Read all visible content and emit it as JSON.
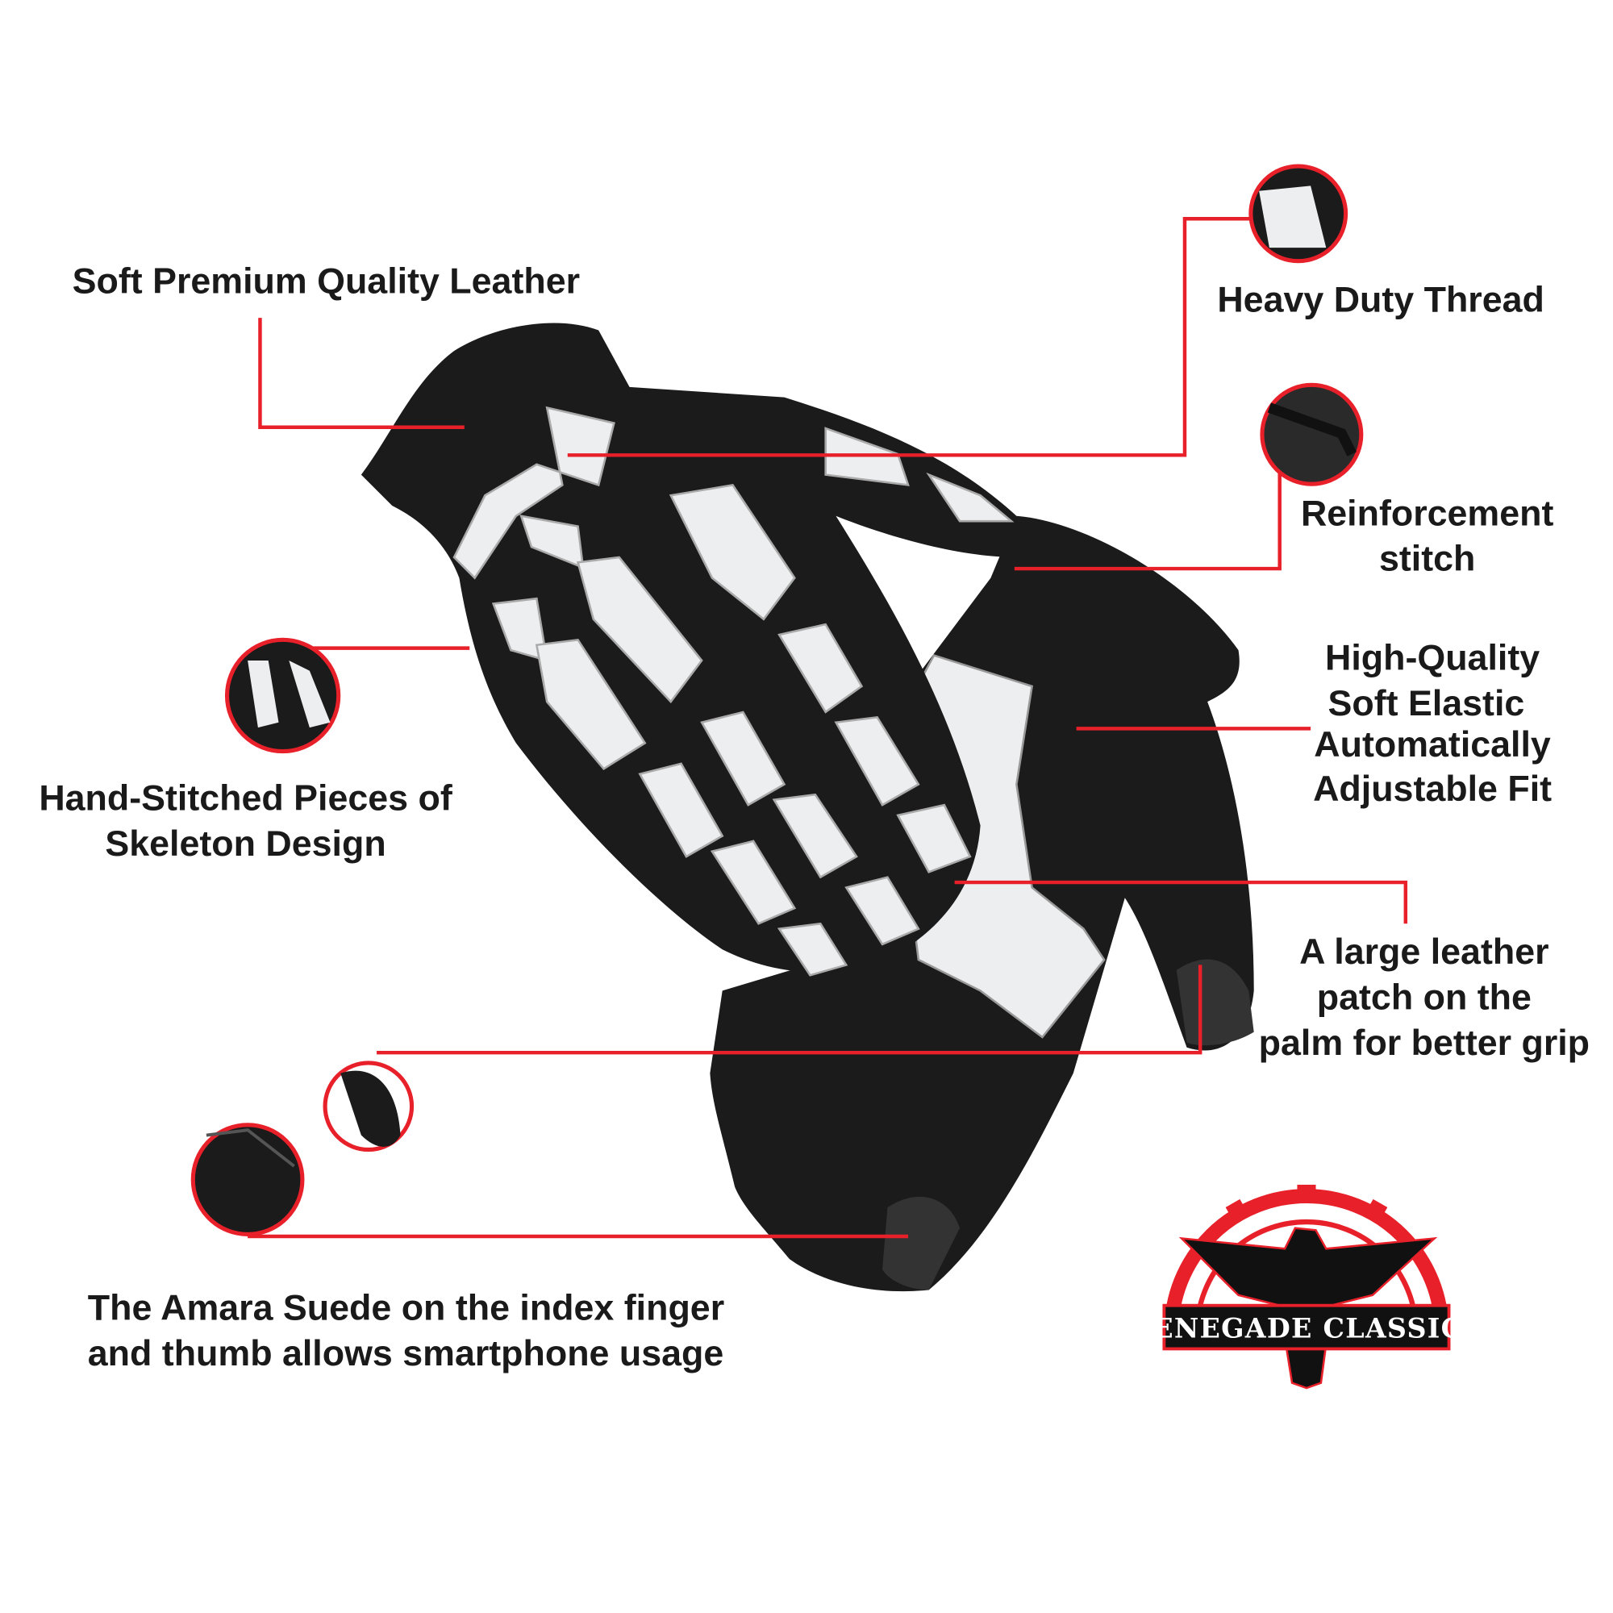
{
  "labels": {
    "leather": "Soft Premium Quality Leather",
    "thread": "Heavy Duty Thread",
    "reinforcement": [
      "Reinforcement",
      "stitch"
    ],
    "elastic": [
      "High-Quality",
      "Soft Elastic",
      "Automatically",
      "Adjustable Fit"
    ],
    "skeleton": [
      "Hand-Stitched Pieces of",
      "Skeleton Design"
    ],
    "patch": [
      "A large leather",
      "patch on the",
      "palm for better grip"
    ],
    "suede": [
      "The Amara Suede on the index finger",
      "and thumb allows smartphone usage"
    ]
  },
  "logo": {
    "text": "RENEGADE CLASSICS",
    "brand_color": "#e8202a"
  },
  "colors": {
    "callout": "#e8202a",
    "glove": "#1b1b1b",
    "bone": "#eef0f2"
  }
}
